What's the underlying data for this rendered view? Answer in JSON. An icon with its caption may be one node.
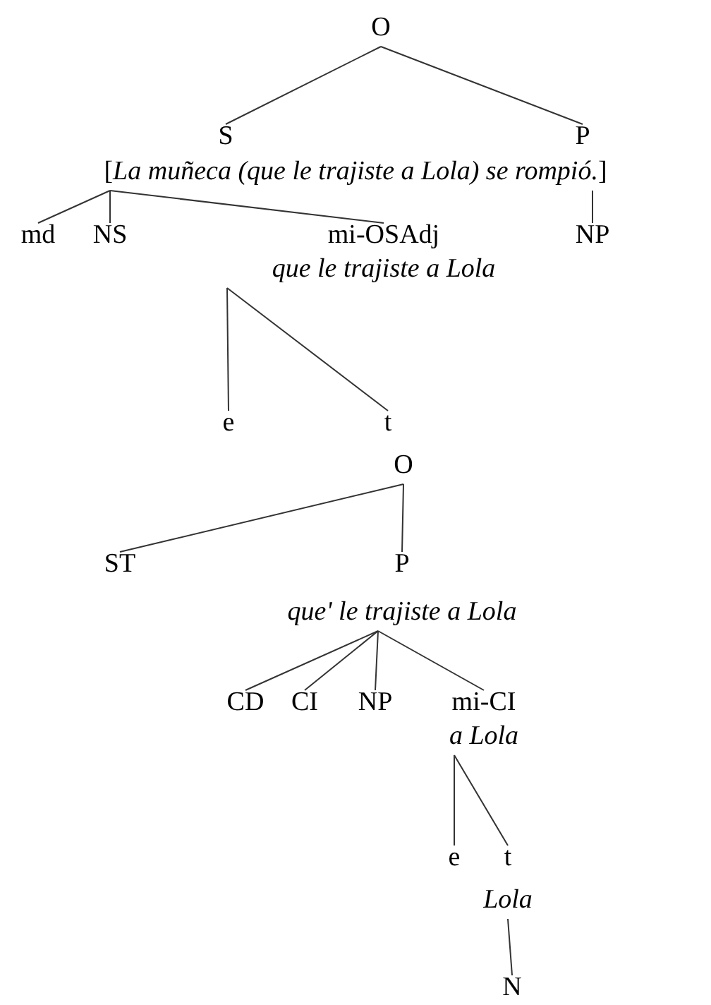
{
  "diagram": {
    "nodes": [
      {
        "text": [
          "O"
        ]
      },
      {
        "text": [
          "S"
        ]
      },
      {
        "text": [
          "P"
        ]
      },
      {
        "text": [
          "[*La muñeca (que le trajiste a Lola) se rompió.*]"
        ]
      },
      {
        "text": [
          "md"
        ]
      },
      {
        "text": [
          "NS"
        ]
      },
      {
        "text": [
          "mi-OSAdj",
          "que le trajiste a Lola"
        ]
      },
      {
        "text": [
          "NP"
        ]
      },
      {
        "text": [
          "e"
        ]
      },
      {
        "text": [
          "t"
        ]
      },
      {
        "text": [
          "O"
        ]
      },
      {
        "text": [
          "ST"
        ]
      },
      {
        "text": [
          "P",
          "que' le trajiste a Lola"
        ]
      },
      {
        "text": [
          "CD"
        ]
      },
      {
        "text": [
          "CI"
        ]
      },
      {
        "text": [
          "NP"
        ]
      },
      {
        "text": [
          "mi-CI",
          "a Lola"
        ]
      },
      {
        "text": [
          "e"
        ]
      },
      {
        "text": [
          "t",
          "Lola"
        ]
      },
      {
        "text": [
          "N"
        ]
      }
    ],
    "edges": [
      {
        "from": 0,
        "to": 1,
        "arrow": "none"
      },
      {
        "from": 0,
        "to": 2,
        "arrow": "none"
      },
      {
        "from": 3,
        "to": 4,
        "arrow": "none"
      },
      {
        "from": 3,
        "to": 5,
        "arrow": "none"
      },
      {
        "from": 3,
        "to": 6,
        "arrow": "none"
      },
      {
        "from": 3,
        "to": 7,
        "arrow": "none"
      },
      {
        "from": 6,
        "to": 8,
        "arrow": "none"
      },
      {
        "from": 6,
        "to": 9,
        "arrow": "none"
      },
      {
        "from": 10,
        "to": 11,
        "arrow": "none"
      },
      {
        "from": 10,
        "to": 12,
        "arrow": "none"
      },
      {
        "from": 12,
        "to": 13,
        "arrow": "none"
      },
      {
        "from": 12,
        "to": 14,
        "arrow": "none"
      },
      {
        "from": 12,
        "to": 15,
        "arrow": "none"
      },
      {
        "from": 12,
        "to": 16,
        "arrow": "none"
      },
      {
        "from": 16,
        "to": 17,
        "arrow": "none"
      },
      {
        "from": 16,
        "to": 18,
        "arrow": "none"
      },
      {
        "from": 18,
        "to": 19,
        "arrow": "none"
      }
    ]
  }
}
